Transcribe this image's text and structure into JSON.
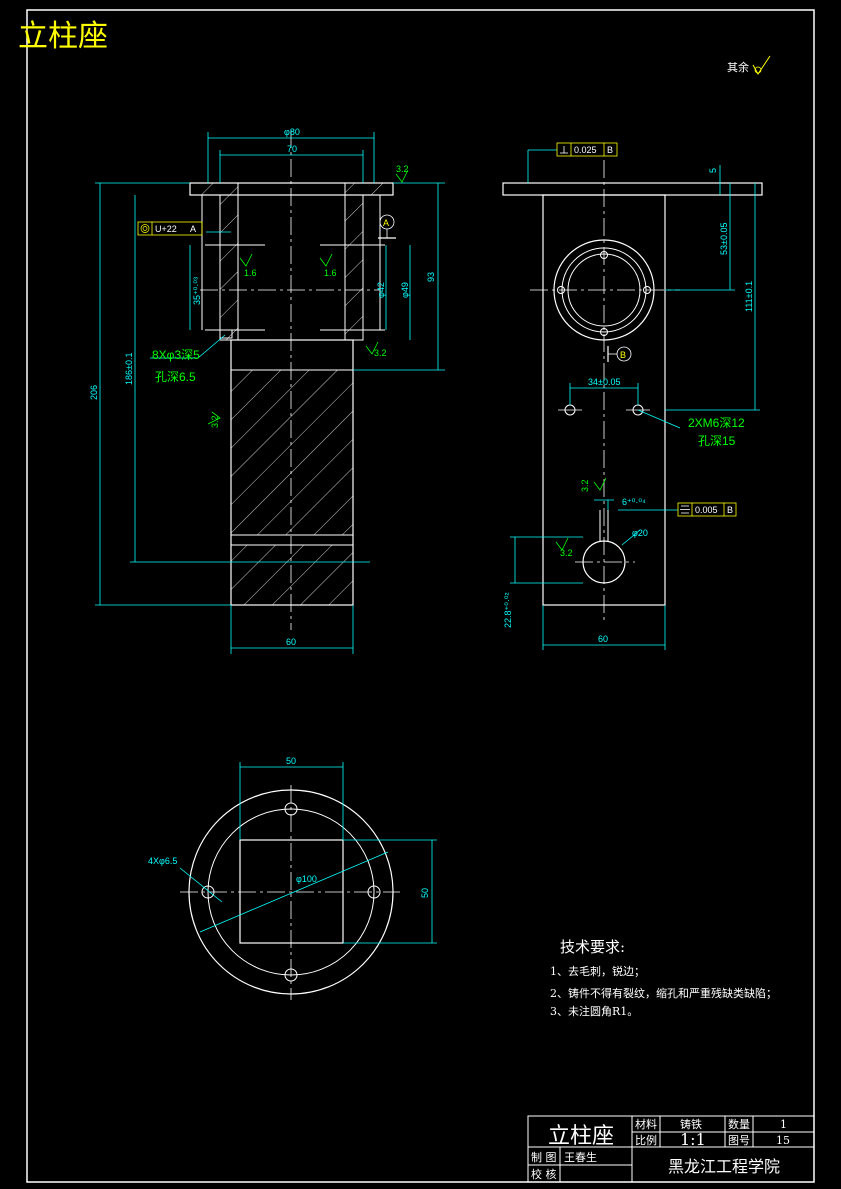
{
  "title": "立柱座",
  "surface_note": "其余",
  "front_view": {
    "dim_phi80": "φ80",
    "dim_70": "70",
    "dim_rough_top": "3.2",
    "dim_93": "93",
    "dim_phi42": "φ42",
    "dim_phi49": "φ49",
    "dim_35": "35⁺⁰·⁰³",
    "dim_186": "186±0.1",
    "dim_206": "206",
    "dim_60": "60",
    "rough_16_a": "1.6",
    "rough_16_b": "1.6",
    "rough_32_left": "3.2",
    "rough_32_right": "3.2",
    "datum_a": "A",
    "tolerance_frame": "U+22",
    "tolerance_datum": "A",
    "hole_note_1": "8Xφ3深5",
    "hole_note_2": "孔深6.5"
  },
  "side_view": {
    "perp_value": "0.025",
    "perp_datum": "B",
    "dim_5": "5",
    "dim_53": "53±0.05",
    "dim_111": "111±0.1",
    "datum_b": "B",
    "dim_34": "34±0.05",
    "thread_note_1": "2XM6深12",
    "thread_note_2": "孔深15",
    "rough_32_a": "3.2",
    "rough_32_b": "3.2",
    "dim_6": "6⁺⁰·⁰⁴",
    "sym_value": "0.005",
    "sym_datum": "B",
    "dim_phi20": "φ20",
    "dim_22_8": "22.8⁺⁰·⁰²",
    "dim_60": "60"
  },
  "top_view": {
    "dim_50_top": "50",
    "dim_50_right": "50",
    "hole_note": "4Xφ6.5",
    "dim_phi100": "φ100"
  },
  "tech_requirements": {
    "heading": "技术要求:",
    "items": [
      "1、去毛刺，锐边；",
      "2、铸件不得有裂纹，缩孔和严重残缺类缺陷；",
      "3、未注圆角R1。"
    ]
  },
  "title_block": {
    "part_name": "立柱座",
    "material_label": "材料",
    "material_value": "铸铁",
    "qty_label": "数量",
    "qty_value": "1",
    "scale_label": "比例",
    "scale_value": "1:1",
    "drawing_no_label": "图号",
    "drawing_no_value": "15",
    "drawn_label": "制 图",
    "drawn_value": "王春生",
    "checked_label": "校 核",
    "school": "黑龙江工程学院"
  },
  "colors": {
    "outline": "#ffffff",
    "dimension": "#00ffff",
    "text": "#00ff00",
    "title": "#ffff00",
    "hatch": "#ffffff",
    "center": "#ffffff"
  }
}
